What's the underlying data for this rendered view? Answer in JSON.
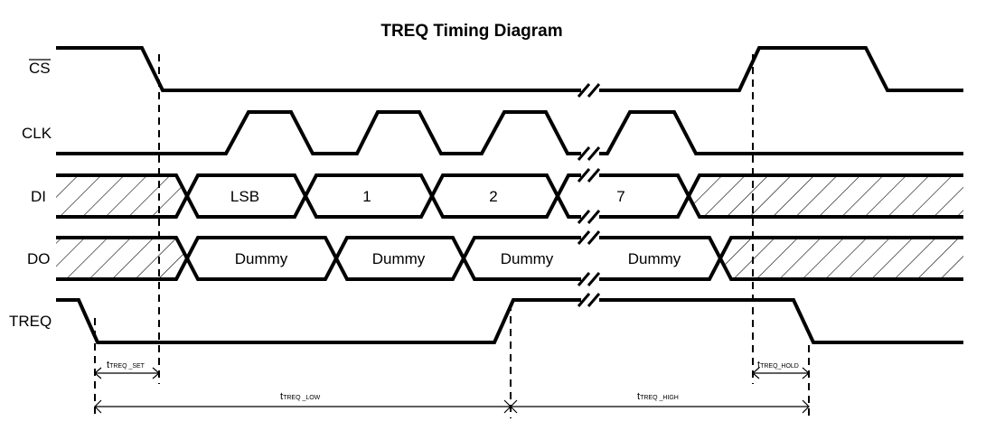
{
  "title": "TREQ Timing Diagram",
  "signals": {
    "cs": "CS",
    "clk": "CLK",
    "di": "DI",
    "do": "DO",
    "treq": "TREQ"
  },
  "di_cells": [
    "LSB",
    "1",
    "2",
    "7"
  ],
  "do_cells": [
    "Dummy",
    "Dummy",
    "Dummy",
    "Dummy"
  ],
  "timings": {
    "set": {
      "t": "t",
      "sub": "TREQ _SET"
    },
    "low": {
      "t": "t",
      "sub": "TREQ _LOW"
    },
    "high": {
      "t": "t",
      "sub": "TREQ _HIGH"
    },
    "hold": {
      "t": "t",
      "sub": "TREQ_HOLD"
    }
  }
}
